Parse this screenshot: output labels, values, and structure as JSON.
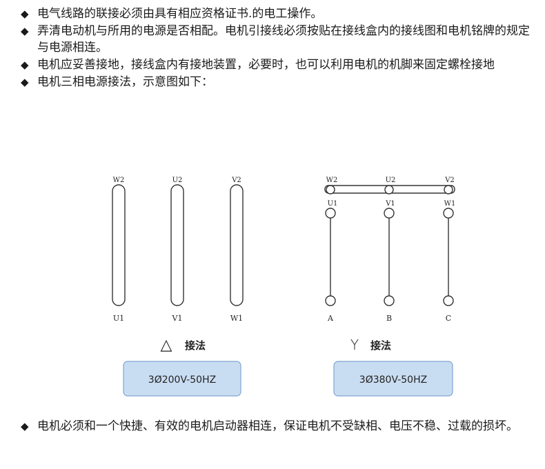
{
  "bullets": [
    {
      "mark": "◆",
      "text": "电气线路的联接必须由具有相应资格证书.的电工操作。"
    },
    {
      "mark": "◆",
      "text": "弄清电动机与所用的电源是否相配。电机引接线必须按贴在接线盒内的接线图和电机铭牌的规定与电源相连。"
    },
    {
      "mark": "◆",
      "text": "电机应妥善接地，接线盒内有接地装置，必要时，也可以利用电机的机脚来固定螺栓接地"
    },
    {
      "mark": "◆",
      "text": "电机三相电源接法，示意图如下："
    }
  ],
  "delta": {
    "top_labels": [
      "W2",
      "U2",
      "V2"
    ],
    "bottom_labels": [
      "U1",
      "V1",
      "W1"
    ],
    "symbol": "△",
    "method": "接法",
    "voltage": "3Ø200V-50HZ"
  },
  "star": {
    "top_labels": [
      "W2",
      "U2",
      "V2"
    ],
    "mid_labels": [
      "U1",
      "V1",
      "W1"
    ],
    "bottom_labels": [
      "A",
      "B",
      "C"
    ],
    "symbol": "Y",
    "method": "接法",
    "voltage": "3Ø380V-50HZ"
  },
  "footer": {
    "mark": "◆",
    "text": "电机必须和一个快捷、有效的电机启动器相连，保证电机不受缺相、电压不稳、过载的损坏。"
  },
  "colors": {
    "box_fill": "#c9ddf2",
    "box_stroke": "#7fa3cf",
    "line": "#333333"
  }
}
